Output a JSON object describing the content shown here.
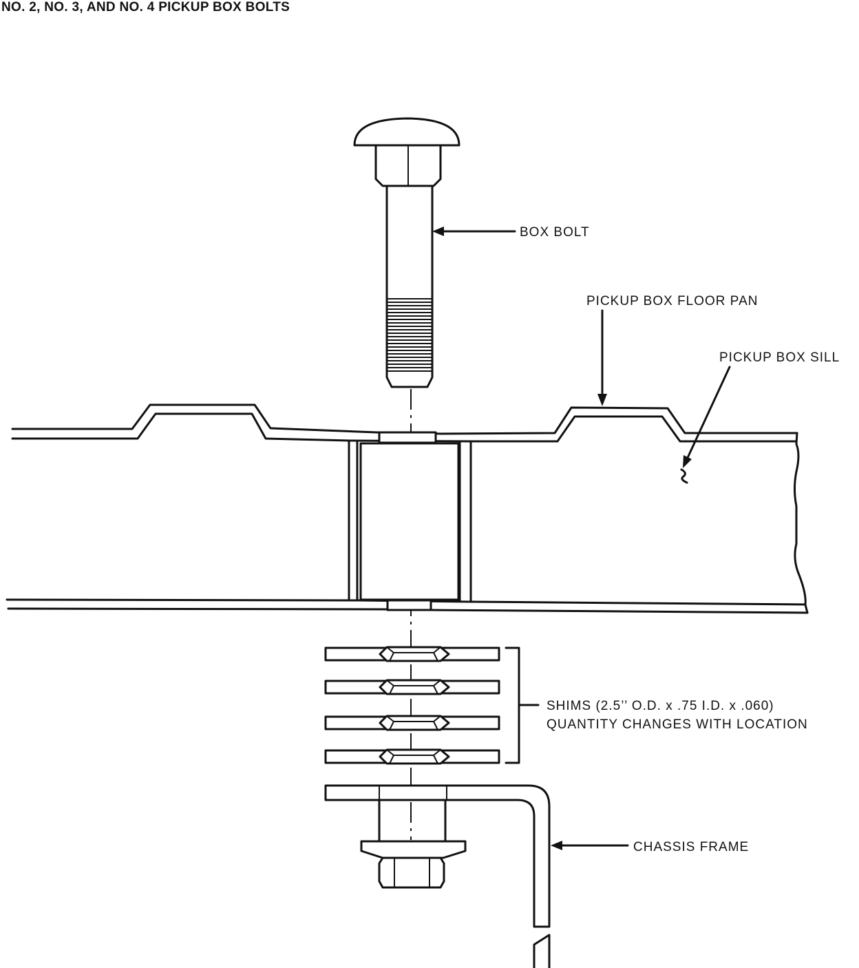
{
  "title": "NO. 2, NO. 3, AND NO. 4 PICKUP BOX BOLTS",
  "labels": {
    "box_bolt": "BOX BOLT",
    "floor_pan": "PICKUP BOX FLOOR PAN",
    "box_sill": "PICKUP BOX SILL",
    "shims_line1": "SHIMS (2.5’’ O.D. x .75 I.D. x .060)",
    "shims_line2": "QUANTITY CHANGES WITH LOCATION",
    "chassis_frame": "CHASSIS FRAME"
  }
}
